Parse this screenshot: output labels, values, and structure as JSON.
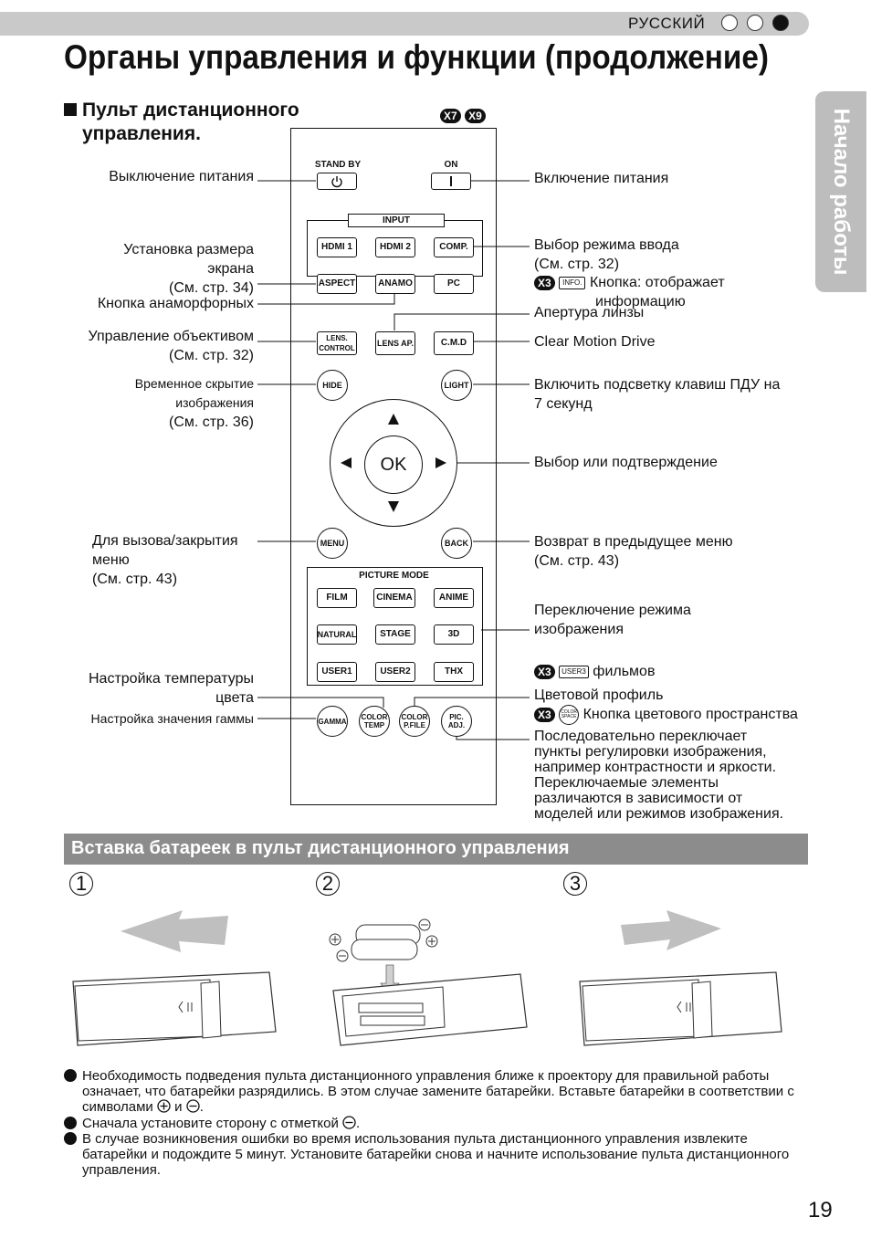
{
  "header": {
    "language": "РУССКИЙ",
    "title": "Органы управления и функции (продолжение)",
    "side_tab": "Начало работы"
  },
  "section": {
    "title_line1": "Пульт дистанционного",
    "title_line2": "управления.",
    "badge_x7": "X7",
    "badge_x9": "X9"
  },
  "remote": {
    "standby": "STAND BY",
    "on": "ON",
    "input": "INPUT",
    "hdmi1": "HDMI 1",
    "hdmi2": "HDMI 2",
    "comp": "COMP.",
    "aspect": "ASPECT",
    "anamo": "ANAMO",
    "pc": "PC",
    "lens_control_1": "LENS.",
    "lens_control_2": "CONTROL",
    "lens_ap": "LENS AP.",
    "cmd": "C.M.D",
    "hide": "HIDE",
    "light": "LIGHT",
    "ok": "OK",
    "menu": "MENU",
    "back": "BACK",
    "picture_mode": "PICTURE MODE",
    "film": "FILM",
    "cinema": "CINEMA",
    "anime": "ANIME",
    "natural": "NATURAL",
    "stage": "STAGE",
    "three_d": "3D",
    "user1": "USER1",
    "user2": "USER2",
    "thx": "THX",
    "gamma": "GAMMA",
    "color_temp_1": "COLOR",
    "color_temp_2": "TEMP",
    "color_pfile_1": "COLOR",
    "color_pfile_2": "P.FILE",
    "pic_adj_1": "PIC.",
    "pic_adj_2": "ADJ."
  },
  "labels_left": {
    "power_off": "Выключение питания",
    "screen_size_1": "Установка размера",
    "screen_size_2": "экрана",
    "screen_size_3": "(См. стр. 34)",
    "anamorphic": "Кнопка анаморфорных",
    "lens_1": "Управление объективом",
    "lens_2": "(См. стр. 32)",
    "hide_1": "Временное скрытие",
    "hide_2": "изображения",
    "hide_3": "(См. стр. 36)",
    "menu_1": "Для вызова/закрытия",
    "menu_2": "меню",
    "menu_3": "(См. стр. 43)",
    "color_temp_1": "Настройка температуры",
    "color_temp_2": "цвета",
    "gamma": "Настройка значения гаммы"
  },
  "labels_right": {
    "power_on": "Включение питания",
    "input_1": "Выбор режима ввода",
    "input_2": "(См. стр. 32)",
    "x3_badge": "X3",
    "info_icon": "INFO.",
    "info_1": "Кнопка: отображает",
    "info_2": "информацию",
    "lens_ap": "Апертура линзы",
    "cmd": "Clear Motion Drive",
    "light_1": "Включить подсветку клавиш ПДУ на",
    "light_2": "7 секунд",
    "ok": "Выбор или подтверждение",
    "back_1": "Возврат в предыдущее меню",
    "back_2": "(См. стр. 43)",
    "picture_mode_1": "Переключение режима",
    "picture_mode_2": "изображения",
    "user3_icon": "USER3",
    "films": "фильмов",
    "color_profile": "Цветовой профиль",
    "color_space_icon_1": "COLOR",
    "color_space_icon_2": "SPACE",
    "color_space": "Кнопка цветового пространства",
    "pic_adj_1": "Последовательно переключает",
    "pic_adj_2": "пункты регулировки изображения,",
    "pic_adj_3": "например контрастности и яркости.",
    "pic_adj_4": "Переключаемые элементы",
    "pic_adj_5": "различаются в зависимости от",
    "pic_adj_6": "моделей или режимов изображения."
  },
  "battery": {
    "title": "Вставка батареек в пульт дистанционного управления",
    "step1": "1",
    "step2": "2",
    "step3": "3"
  },
  "notes": {
    "n1_a": "Необходимость подведения пульта дистанционного управления ближе к проектору для правильной работы означает, что батарейки разрядились. В этом случае замените батарейки. Вставьте батарейки в соответствии с символами",
    "n1_and": "и",
    "n2": "Сначала установите сторону с отметкой",
    "n3": "В случае возникновения ошибки во время использования пульта дистанционного управления извлеките батарейки и подождите 5 минут. Установите батарейки снова и начните использование пульта дистанционного управления."
  },
  "page_number": "19"
}
